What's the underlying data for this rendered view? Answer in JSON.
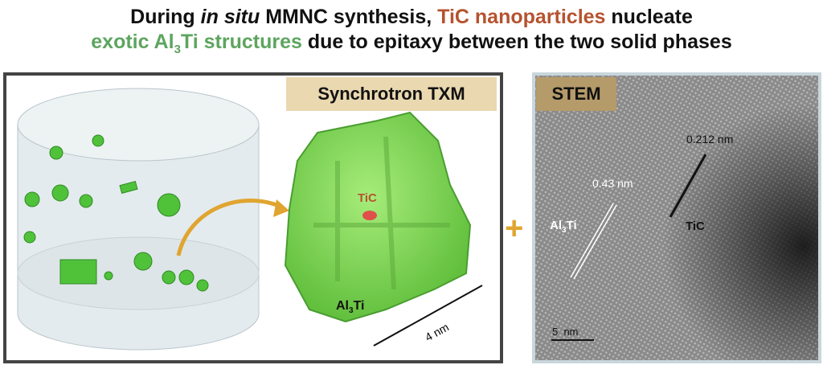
{
  "title": {
    "line1": {
      "a": "During ",
      "b": "in situ",
      "c": " MMNC synthesis, ",
      "d": "TiC nanoparticles",
      "e": " nucleate"
    },
    "line2": {
      "a": "exotic Al",
      "sub": "3",
      "b": "Ti structures",
      "c": " due to epitaxy between the two solid phases"
    }
  },
  "left_panel": {
    "label": "Synchrotron TXM",
    "tic_label": "TiC",
    "al3ti_label": {
      "a": "Al",
      "sub": "3",
      "b": "Ti"
    },
    "scale_bar": "4 nm"
  },
  "plus": "+",
  "right_panel": {
    "label": "STEM",
    "spacing_tic": "0.212 nm",
    "spacing_al3ti": "0.43 nm",
    "al3ti_label": {
      "a": "Al",
      "sub": "3",
      "b": "Ti"
    },
    "tic_label": "TiC",
    "scale_bar": "5  nm"
  },
  "colors": {
    "tic": "#b5532f",
    "al3ti": "#5da55f",
    "accent": "#e0a530",
    "label_bg": "#ead8b0"
  }
}
